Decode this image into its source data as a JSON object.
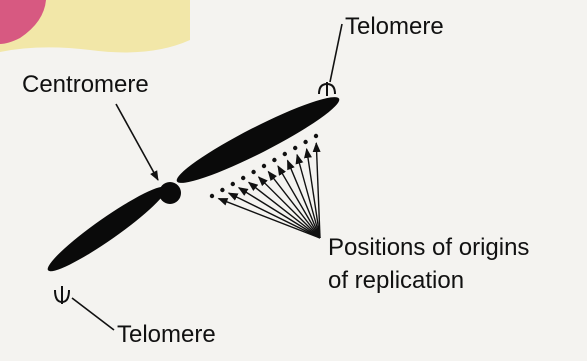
{
  "diagram": {
    "labels": {
      "telomere_top": "Telomere",
      "centromere": "Centromere",
      "origins_line1": "Positions of origins",
      "origins_line2": "of replication",
      "telomere_bottom": "Telomere"
    },
    "colors": {
      "chromosome": "#0a0a0a",
      "arrow": "#111111",
      "background": "#f4f3f0",
      "corner_photo": "#f2e7a8",
      "corner_accent": "#d2407a"
    },
    "origin_count": 11
  }
}
